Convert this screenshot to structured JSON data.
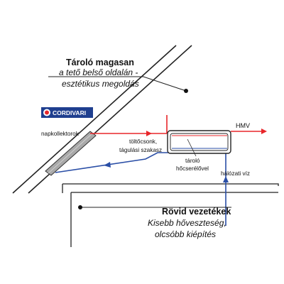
{
  "brand": {
    "name": "CORDIVARI",
    "color": "#1f3f8f"
  },
  "top_callout": {
    "title": "Tároló magasan",
    "line1": "a tető belső oldalán -",
    "line2": "esztétikus megoldás"
  },
  "bottom_callout": {
    "title": "Rövid vezetékek",
    "line1": "Kisebb hőveszteség,",
    "line2": "olcsóbb kiépítés"
  },
  "labels": {
    "collectors": "napkollektorok",
    "filler_line1": "töltőcsonk,",
    "filler_line2": "tágulási szakasz",
    "hmv": "HMV",
    "storage_line1": "tároló",
    "storage_line2": "hőcserélővel",
    "mains": "hálózati víz"
  },
  "colors": {
    "hot_pipe": "#e8262a",
    "cold_pipe": "#2a4ea6",
    "outline": "#222222"
  }
}
